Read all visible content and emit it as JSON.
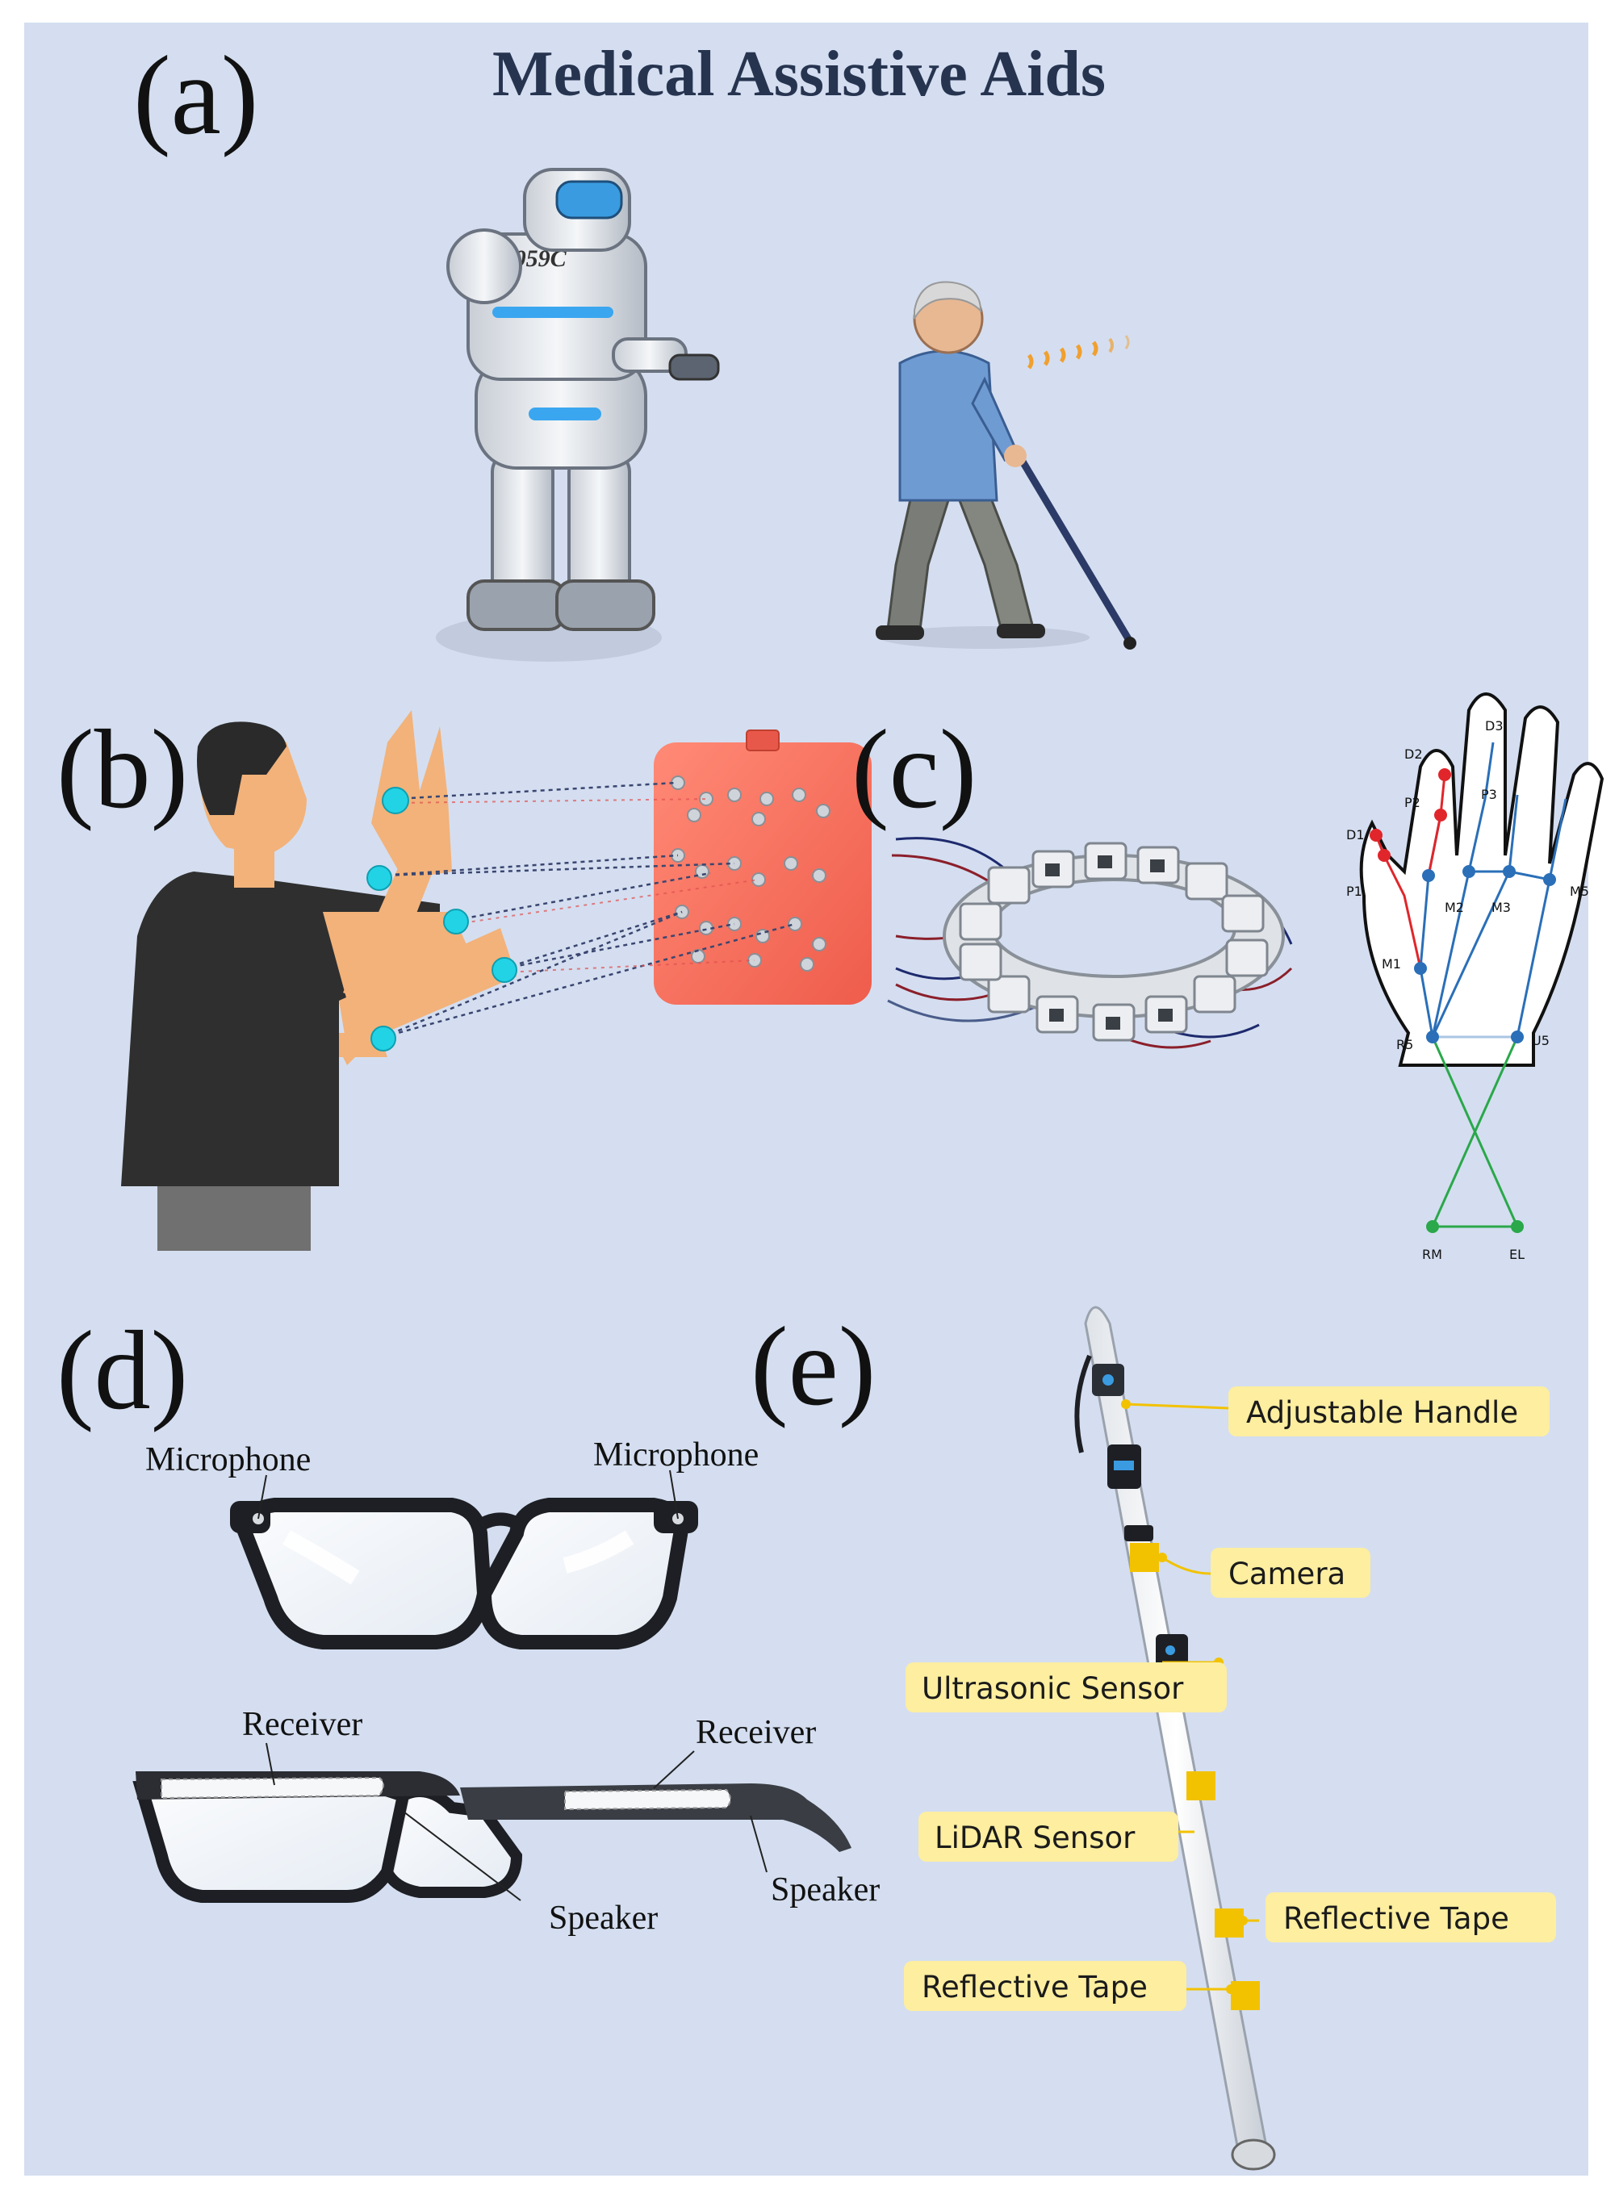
{
  "title": "Medical Assistive Aids",
  "panels": {
    "a": {
      "tag": "(a)",
      "robot_text": "D059C"
    },
    "b": {
      "tag": "(b)"
    },
    "c": {
      "tag": "(c)",
      "hand_labels": {
        "d1": "D1",
        "d2": "D2",
        "d3": "D3",
        "p1": "P1",
        "p2": "P2",
        "p3": "P3",
        "m1": "M1",
        "m2": "M2",
        "m3": "M3",
        "m5": "M5",
        "r5": "R5",
        "u5": "U5",
        "rm": "RM",
        "el": "EL"
      }
    },
    "d": {
      "tag": "(d)",
      "labels": {
        "mic_left": "Microphone",
        "mic_right": "Microphone",
        "receiver_left": "Receiver",
        "receiver_right": "Receiver",
        "speaker_center": "Speaker",
        "speaker_right": "Speaker"
      }
    },
    "e": {
      "tag": "(e)",
      "labels": {
        "handle": "Adjustable Handle",
        "camera": "Camera",
        "ultrasonic": "Ultrasonic Sensor",
        "lidar": "LiDAR Sensor",
        "reflective_right": "Reflective Tape",
        "reflective_left": "Reflective Tape"
      }
    }
  },
  "colors": {
    "background": "#d4def0",
    "title": "#273450",
    "sensor_dot": "#22d3e6",
    "skin": "#f2b27a",
    "board": "#f46a5a",
    "label_box": "#fdeea0",
    "tape": "#f2c200",
    "joint_red": "#e0262b",
    "joint_blue": "#2a6fb8",
    "joint_green": "#2aa84a"
  }
}
